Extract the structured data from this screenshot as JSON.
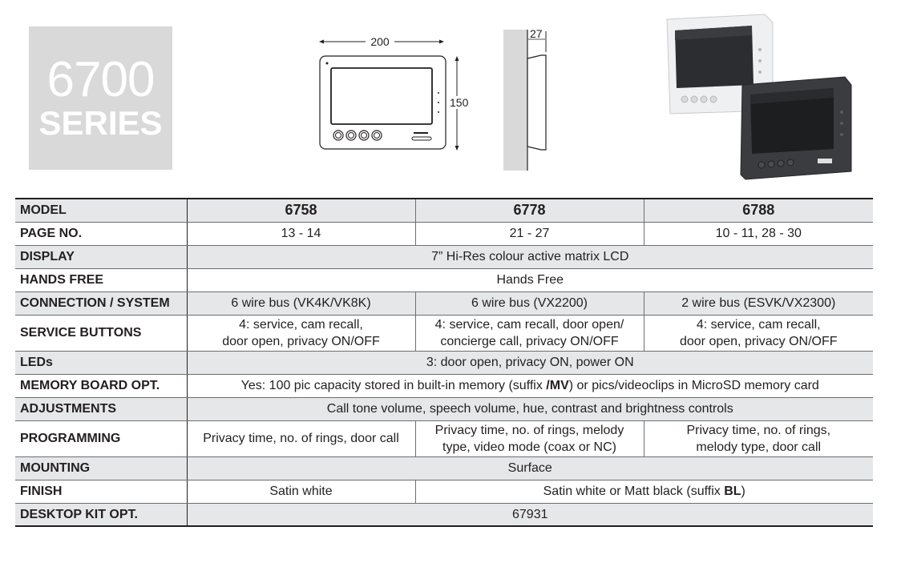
{
  "series": {
    "number": "6700",
    "label": "SERIES"
  },
  "dimensions": {
    "width": "200",
    "height": "150",
    "depth": "27"
  },
  "colors": {
    "badge_bg": "#d9d9da",
    "row_shade": "#e6e7e8"
  },
  "spec_table": {
    "model": {
      "label": "MODEL",
      "values": [
        "6758",
        "6778",
        "6788"
      ]
    },
    "page_no": {
      "label": "PAGE NO.",
      "values": [
        "13 - 14",
        "21 - 27",
        "10 - 11, 28 - 30"
      ]
    },
    "display": {
      "label": "DISPLAY",
      "value": "7” Hi-Res colour active matrix LCD"
    },
    "hands_free": {
      "label": "HANDS FREE",
      "value": "Hands Free"
    },
    "connection": {
      "label": "CONNECTION / SYSTEM",
      "values": [
        "6 wire bus (VK4K/VK8K)",
        "6 wire bus (VX2200)",
        "2 wire bus (ESVK/VX2300)"
      ]
    },
    "service_buttons": {
      "label": "SERVICE BUTTONS",
      "values": [
        [
          "4: service, cam recall,",
          "door open, privacy ON/OFF"
        ],
        [
          "4: service, cam recall, door open/",
          "concierge call, privacy ON/OFF"
        ],
        [
          "4: service, cam recall,",
          "door open, privacy ON/OFF"
        ]
      ]
    },
    "leds": {
      "label": "LEDs",
      "value": "3: door open, privacy ON, power ON"
    },
    "memory": {
      "label": "MEMORY BOARD OPT.",
      "value_pre": "Yes: 100 pic capacity stored in built-in memory (suffix ",
      "value_bold": "/MV",
      "value_post": ") or pics/videoclips in MicroSD memory card"
    },
    "adjustments": {
      "label": "ADJUSTMENTS",
      "value": "Call tone volume, speech volume, hue, contrast and brightness controls"
    },
    "programming": {
      "label": "PROGRAMMING",
      "values": [
        [
          "Privacy time, no. of rings, door call"
        ],
        [
          "Privacy time, no. of rings, melody",
          "type, video mode (coax or NC)"
        ],
        [
          "Privacy time, no. of rings,",
          "melody type, door call"
        ]
      ]
    },
    "mounting": {
      "label": "MOUNTING",
      "value": "Surface"
    },
    "finish": {
      "label": "FINISH",
      "value_1": "Satin white",
      "value_23_pre": "Satin white or Matt black (suffix ",
      "value_23_bold": "BL",
      "value_23_post": ")"
    },
    "desktop_kit": {
      "label": "DESKTOP KIT OPT.",
      "value": "67931"
    }
  }
}
